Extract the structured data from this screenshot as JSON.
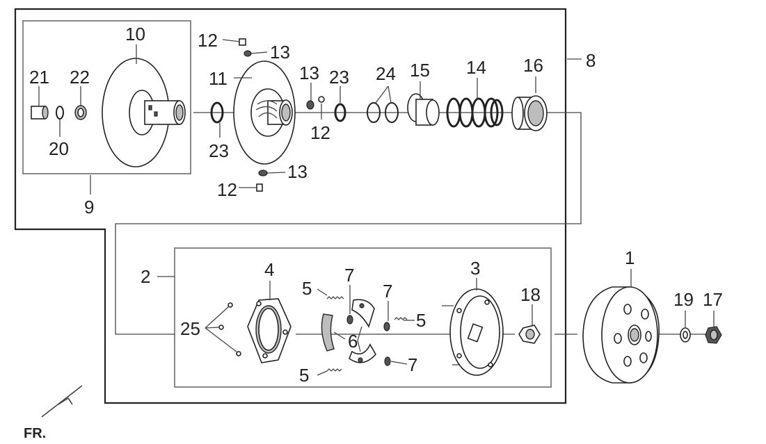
{
  "orientation_label": "FR.",
  "callouts": {
    "p1": "1",
    "p2": "2",
    "p3": "3",
    "p4": "4",
    "p5a": "5",
    "p5b": "5",
    "p5c": "5",
    "p6": "6",
    "p7a": "7",
    "p7b": "7",
    "p7c": "7",
    "p8": "8",
    "p9": "9",
    "p10": "10",
    "p11": "11",
    "p12a": "12",
    "p12b": "12",
    "p12c": "12",
    "p13a": "13",
    "p13b": "13",
    "p13c": "13",
    "p14": "14",
    "p15": "15",
    "p16": "16",
    "p17": "17",
    "p18": "18",
    "p19": "19",
    "p20": "20",
    "p21": "21",
    "p22": "22",
    "p23a": "23",
    "p23b": "23",
    "p24": "24",
    "p25": "25"
  }
}
